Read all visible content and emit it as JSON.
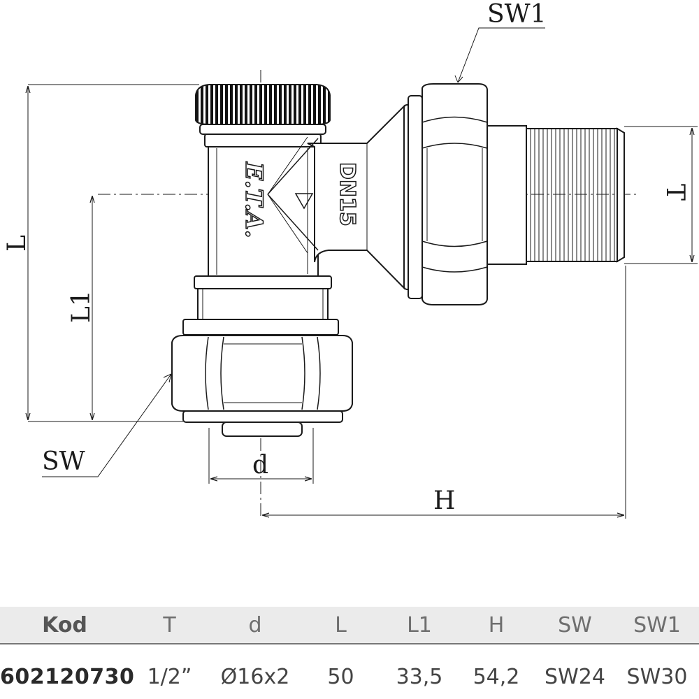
{
  "drawing": {
    "labels": {
      "sw1": "SW1",
      "sw": "SW",
      "l": "L",
      "l1": "L1",
      "d": "d",
      "h": "H",
      "t": "T"
    },
    "body_marking": "DN15",
    "brand_marking": "E.T.A."
  },
  "table": {
    "headers": [
      "Kod",
      "T",
      "d",
      "L",
      "L1",
      "H",
      "SW",
      "SW1"
    ],
    "rows": [
      [
        "602120730",
        "1/2”",
        "Ø16x2",
        "50",
        "33,5",
        "54,2",
        "SW24",
        "SW30"
      ]
    ]
  },
  "colors": {
    "line": "#1a1a1a",
    "header_bg": "#ebebeb",
    "header_text": "#6e6e6e"
  }
}
